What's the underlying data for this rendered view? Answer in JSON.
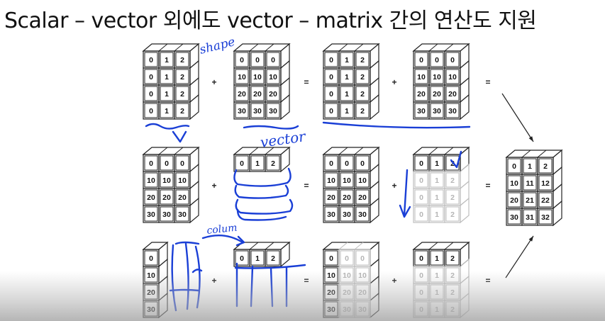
{
  "title": "Scalar – vector 외에도 vector – matrix 간의 연산도 지원",
  "rows": [
    {
      "operands": [
        {
          "cells": [
            [
              "0",
              "1",
              "2"
            ],
            [
              "0",
              "1",
              "2"
            ],
            [
              "0",
              "1",
              "2"
            ],
            [
              "0",
              "1",
              "2"
            ]
          ],
          "faded": []
        },
        {
          "cells": [
            [
              "0",
              "0",
              "0"
            ],
            [
              "10",
              "10",
              "10"
            ],
            [
              "20",
              "20",
              "20"
            ],
            [
              "30",
              "30",
              "30"
            ]
          ],
          "faded": []
        },
        {
          "cells": [
            [
              "0",
              "1",
              "2"
            ],
            [
              "0",
              "1",
              "2"
            ],
            [
              "0",
              "1",
              "2"
            ],
            [
              "0",
              "1",
              "2"
            ]
          ],
          "faded": []
        },
        {
          "cells": [
            [
              "0",
              "0",
              "0"
            ],
            [
              "10",
              "10",
              "10"
            ],
            [
              "20",
              "20",
              "20"
            ],
            [
              "30",
              "30",
              "30"
            ]
          ],
          "faded": []
        }
      ],
      "operators": [
        "+",
        "=",
        "+",
        "="
      ]
    },
    {
      "operands": [
        {
          "cells": [
            [
              "0",
              "0",
              "0"
            ],
            [
              "10",
              "10",
              "10"
            ],
            [
              "20",
              "20",
              "20"
            ],
            [
              "30",
              "30",
              "30"
            ]
          ],
          "faded": []
        },
        {
          "cells": [
            [
              "0",
              "1",
              "2"
            ]
          ],
          "faded": []
        },
        {
          "cells": [
            [
              "0",
              "0",
              "0"
            ],
            [
              "10",
              "10",
              "10"
            ],
            [
              "20",
              "20",
              "20"
            ],
            [
              "30",
              "30",
              "30"
            ]
          ],
          "faded": []
        },
        {
          "cells": [
            [
              "0",
              "1",
              "2"
            ],
            [
              "0",
              "1",
              "2"
            ],
            [
              "0",
              "1",
              "2"
            ],
            [
              "0",
              "1",
              "2"
            ]
          ],
          "faded": [
            1,
            2,
            3
          ]
        }
      ],
      "operators": [
        "+",
        "=",
        "+",
        "="
      ]
    },
    {
      "operands": [
        {
          "cells": [
            [
              "0"
            ],
            [
              "10"
            ],
            [
              "20"
            ],
            [
              "30"
            ]
          ],
          "faded": []
        },
        {
          "cells": [
            [
              "0",
              "1",
              "2"
            ]
          ],
          "faded": []
        },
        {
          "cells": [
            [
              "0",
              "0",
              "0"
            ],
            [
              "10",
              "10",
              "10"
            ],
            [
              "20",
              "20",
              "20"
            ],
            [
              "30",
              "30",
              "30"
            ]
          ],
          "faded": [],
          "faded_cols": [
            1,
            2
          ]
        },
        {
          "cells": [
            [
              "0",
              "1",
              "2"
            ],
            [
              "0",
              "1",
              "2"
            ],
            [
              "0",
              "1",
              "2"
            ],
            [
              "0",
              "1",
              "2"
            ]
          ],
          "faded": [
            1,
            2,
            3
          ]
        }
      ],
      "operators": [
        "+",
        "=",
        "+",
        "="
      ]
    }
  ],
  "result": {
    "cells": [
      [
        "0",
        "1",
        "2"
      ],
      [
        "10",
        "11",
        "12"
      ],
      [
        "20",
        "21",
        "22"
      ],
      [
        "30",
        "31",
        "32"
      ]
    ]
  },
  "annotations": {
    "shape": "shape",
    "vector": "vector",
    "column": "colum"
  },
  "colors": {
    "ink": "#1a3fd6",
    "grid": "#222222",
    "faded": "#bdbdbd",
    "faded_text": "#b5b5b5"
  }
}
